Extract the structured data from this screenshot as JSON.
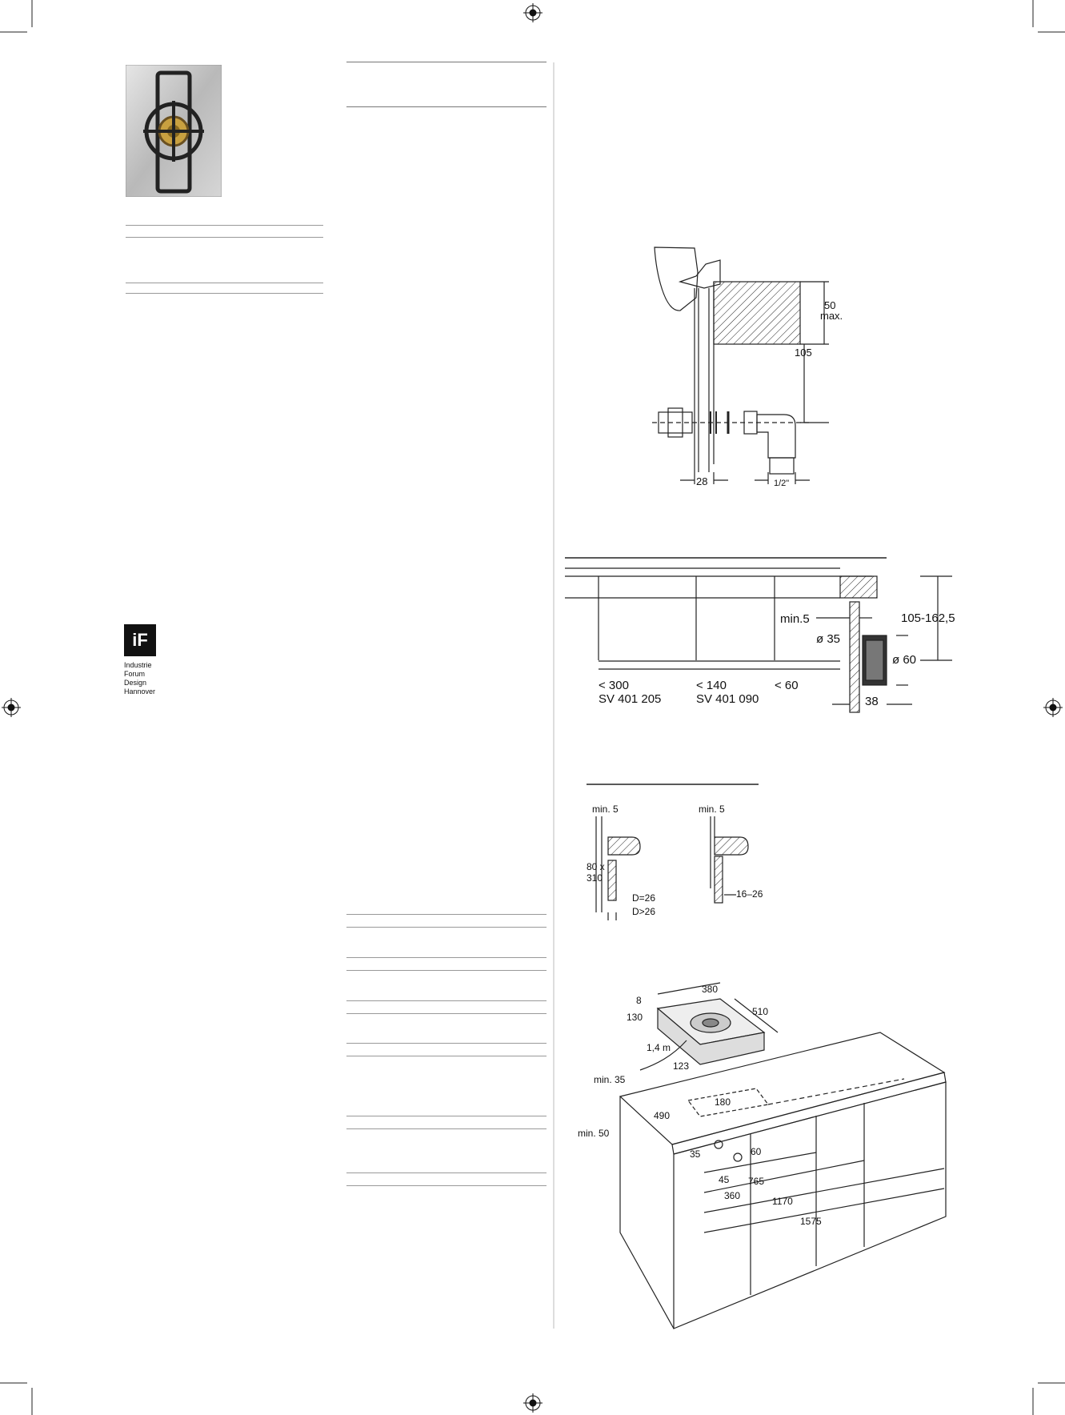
{
  "logo": {
    "mark": "iF",
    "lines": [
      "Industrie",
      "Forum",
      "Design",
      "Hannover"
    ]
  },
  "diagram_gas": {
    "dim_50": "50",
    "dim_max": "max.",
    "dim_105": "105",
    "dim_28": "28",
    "dim_half_inch": "1/2\""
  },
  "diagram_duct": {
    "min5": "min.5",
    "dia35": "ø 35",
    "dia60": "ø 60",
    "range": "105-162,5",
    "d38": "38",
    "lt300": "< 300",
    "sv205": "SV 401 205",
    "lt140": "< 140",
    "sv090": "SV 401 090",
    "lt60": "< 60"
  },
  "diagram_sections": {
    "left_min5": "min. 5",
    "right_min5": "min. 5",
    "x80": "80 x",
    "x310": "310",
    "d26": "D=26",
    "dgt26": "D>26",
    "r1626": "16–26"
  },
  "diagram_install": {
    "d380": "380",
    "d510": "510",
    "d8": "8",
    "d130": "130",
    "cable": "1,4 m",
    "d123": "123",
    "min35": "min. 35",
    "min50": "min. 50",
    "d490": "490",
    "d180": "180",
    "d35": "35",
    "d60": "60",
    "d45": "45",
    "d360": "360",
    "d765": "765",
    "d1170": "1170",
    "d1575": "1575"
  }
}
